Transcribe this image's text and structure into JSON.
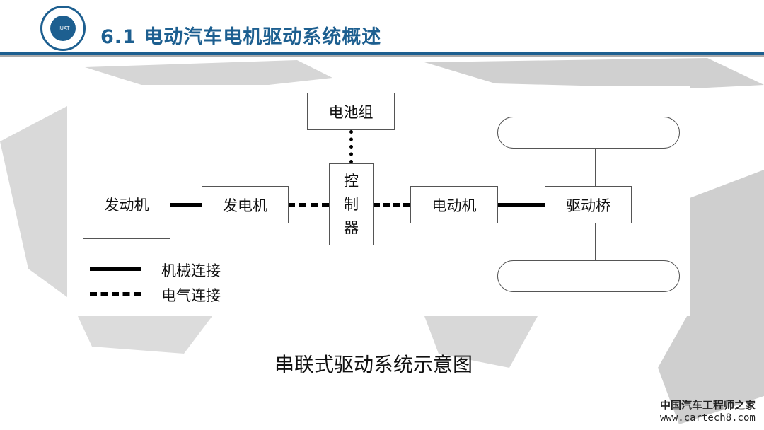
{
  "header": {
    "title": "6.1  电动汽车电机驱动系统概述",
    "logo_text": "HUAT"
  },
  "diagram": {
    "battery": "电池组",
    "engine": "发动机",
    "generator": "发电机",
    "controller": "控\n制\n器",
    "motor": "电动机",
    "drive_axle": "驱动桥",
    "legend": {
      "mechanical": "机械连接",
      "electrical": "电气连接"
    }
  },
  "caption": "串联式驱动系统示意图",
  "watermark": {
    "line1": "中国汽车工程师之家",
    "line2": "www.cartech8.com"
  },
  "colors": {
    "accent": "#1d5f90"
  }
}
